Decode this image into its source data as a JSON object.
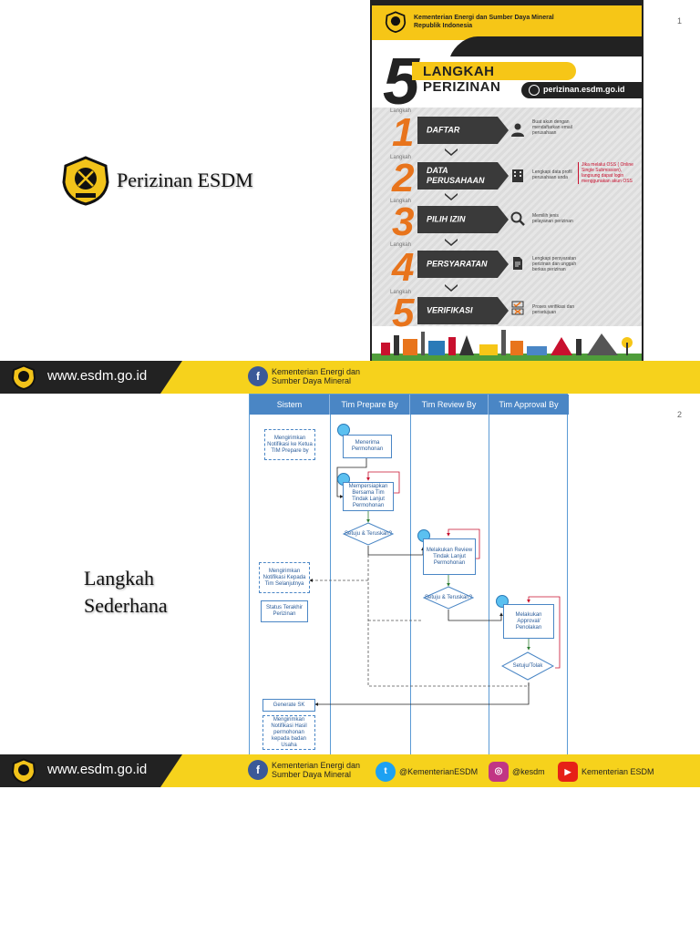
{
  "slide1": {
    "page_number": "1",
    "title": "Perizinan ESDM",
    "poster": {
      "org_line1": "Kementerian Energi dan Sumber Daya Mineral",
      "org_line2": "Republik Indonesia",
      "big_number": "5",
      "heading": "LANGKAH PERIZINAN",
      "url": "perizinan.esdm.go.id",
      "step_caption": "Langkah",
      "steps": [
        {
          "num": "1",
          "label": "DAFTAR",
          "desc": "Buat akun dengan mendaftarkan email perusahaan",
          "icon": "user-icon"
        },
        {
          "num": "2",
          "label": "DATA PERUSAHAAN",
          "desc": "Lengkapi data profil perusahaan anda",
          "icon": "building-icon"
        },
        {
          "num": "3",
          "label": "PILIH IZIN",
          "desc": "Memilih jenis pelayanan perizinan",
          "icon": "magnifier-icon"
        },
        {
          "num": "4",
          "label": "PERSYARATAN",
          "desc": "Lengkapi persyaratan perizinan dan unggah berkas perizinan",
          "icon": "document-icon"
        },
        {
          "num": "5",
          "label": "VERIFIKASI",
          "desc": "Proses verifikasi dan persetujuan",
          "icon": "checklist-icon"
        }
      ],
      "note": "Jika melalui OSS ( Online Single Submission), langsung dapat login menggunakan akun OSS",
      "footer_items": [
        "www.esdm.go.id",
        "@KementerianESDM",
        "Kementerian Energi dan Sumber Daya Mineral",
        "Kementerian ESDM",
        "@kesdm"
      ]
    },
    "footer": {
      "site": "www.esdm.go.id",
      "facebook": "Kementerian Energi dan Sumber Daya Mineral"
    }
  },
  "slide2": {
    "page_number": "2",
    "title_line1": "Langkah",
    "title_line2": "Sederhana",
    "flow": {
      "lanes": [
        "Sistem",
        "Tim Prepare By",
        "Tim Review By",
        "Tim Approval By"
      ],
      "nodes": {
        "notif_ketua": "Mengirimkan Notifikasi ke Ketua TIM Prepare by",
        "menerima": "Menerima Permohonan",
        "mempersiapkan": "Mempersiapkan Bersama Tim Tindak Lanjut Permohonan",
        "setuju1": "Setuju & Teruskan?",
        "review": "Melakukan Review Tindak Lanjut Permohonan",
        "setuju2": "Setuju & Teruskan?",
        "approval": "Melakukan Approval/ Penolakan",
        "setuju_tolak": "Setuju/Tolak",
        "notif_tim": "Mengirimkan Notifikasi Kepada Tim Selanjutnya",
        "status": "Status Terakhir Perizinan",
        "generate": "Generate SK",
        "notif_hasil": "Mengirimkan Notifikasi Hasil permohonan kepada badan Usaha"
      }
    },
    "footer": {
      "site": "www.esdm.go.id",
      "facebook": "Kementerian Energi dan Sumber Daya Mineral",
      "twitter": "@KementerianESDM",
      "instagram": "@kesdm",
      "youtube": "Kementerian ESDM"
    }
  },
  "colors": {
    "brand_yellow": "#f6d21c",
    "dark": "#222222",
    "step_orange": "#e8741c",
    "flow_blue": "#4a86c5",
    "facebook": "#3b5998",
    "twitter": "#1da1f2",
    "instagram": "#c13584",
    "youtube": "#e62117"
  }
}
